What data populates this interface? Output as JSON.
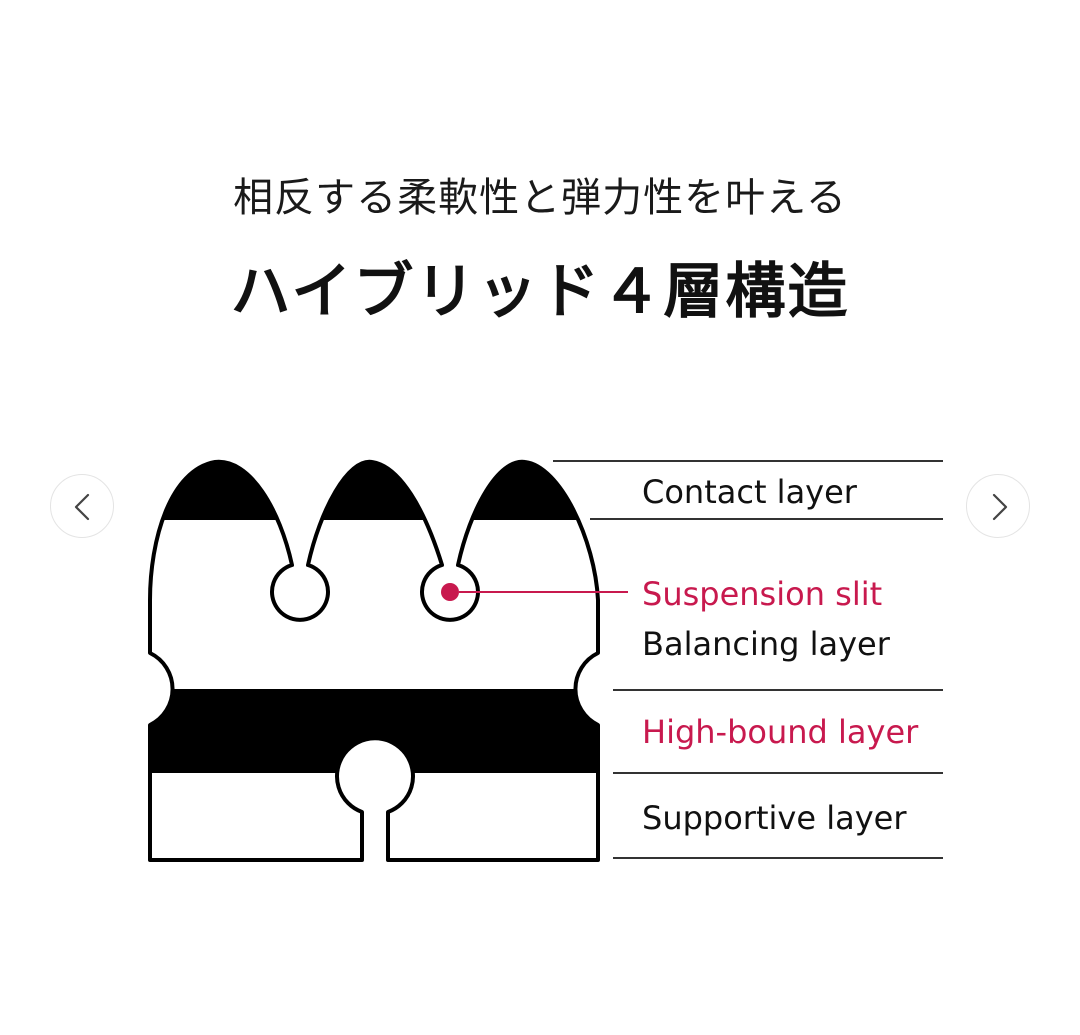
{
  "header": {
    "subtitle": "相反する柔軟性と弾力性を叶える",
    "title": "ハイブリッド４層構造"
  },
  "navigation": {
    "prev_icon": "chevron-left-icon",
    "next_icon": "chevron-right-icon"
  },
  "diagram": {
    "labels": {
      "contact": "Contact layer",
      "suspension": "Suspension slit",
      "balancing": "Balancing layer",
      "high_bound": "High-bound layer",
      "supportive": "Supportive layer"
    },
    "colors": {
      "accent": "#c8194e",
      "ink": "#000000",
      "line": "#333333",
      "background": "#ffffff"
    }
  }
}
